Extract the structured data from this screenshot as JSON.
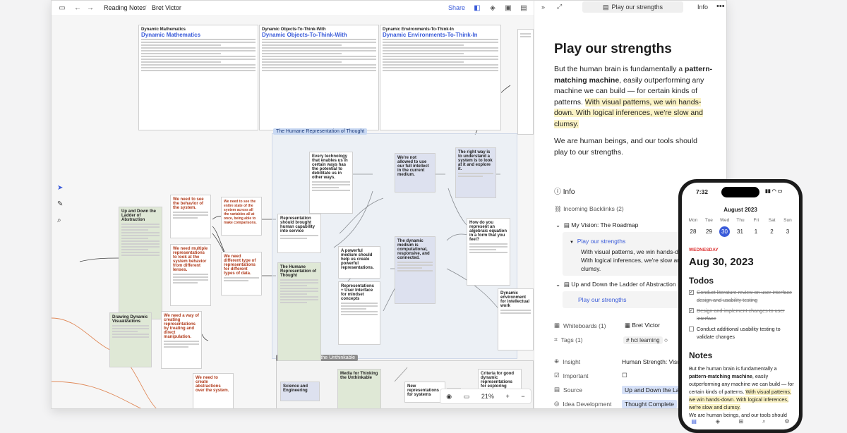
{
  "toolbar": {
    "breadcrumb_1": "Reading Notes",
    "breadcrumb_2": "Bret Victor",
    "share_label": "Share"
  },
  "canvas": {
    "cards_top": [
      {
        "title": "Dynamic Mathematics",
        "heading": "Dynamic Mathematics"
      },
      {
        "title": "Dynamic Objects-To-Think-With",
        "heading": "Dynamic Objects-To-Think-With"
      },
      {
        "title": "Dynamic Environments-To-Think-In",
        "heading": "Dynamic Environments-To-Think-In"
      }
    ],
    "group_labels": {
      "humane": "The Humane Representation of Thought",
      "unthinkable": "Media for Thinking the Unthinkable"
    },
    "cards": {
      "ladder": "Up and Down the Ladder of Abstraction",
      "see_behavior": "We need to see the behavior of the system.",
      "see_entire": "We need to see the entire state of the system across all the variables all at once, being able to make comparisons.",
      "multiple_reps": "We need multiple representations to look at the system behavior from different lenses.",
      "diff_types": "We need different type of representations for different types of data.",
      "drawing_dynamic": "Drawing Dynamic Visualizations",
      "creating_reps": "We need a way of creating representations by treating and direct manipulation.",
      "create_abstractions": "We need to create abstractions over the system.",
      "every_tech": "Every technology that enables us in certain ways has the potential to debilitate us in other ways.",
      "not_allowed": "We're not allowed to use our full intellect in the current medium.",
      "right_way": "The right way is to understand a system is to look at it and explore it.",
      "representation_brought": "Representation should brought human capability into service",
      "humane_card": "The Humane Representation of Thought",
      "powerful_medium": "A powerful medium should help us create powerful representations.",
      "reps_ui": "Representations + User Interface for mindset concepts",
      "dynamic_medium": "The dynamic medium is computational, responsive, and connected.",
      "algebraic": "How do you represent an algebraic equation in a form that you feel?",
      "dynamic_env": "Dynamic environment for intellectual work",
      "science_eng": "Science and Engineering",
      "media_thinking": "Media for Thinking the Unthinkable",
      "new_reps": "New representations for systems",
      "criteria": "Criteria for good dynamic representations for exploring systems"
    },
    "zoom": "21%"
  },
  "pane": {
    "doc_tab": "Play our strengths",
    "info_tab": "Info",
    "title": "Play our strengths",
    "para1_a": "But the human brain is fundamentally a ",
    "para1_b": "pattern-matching machine",
    "para1_c": ", easily outperforming any machine we can build — for certain kinds of patterns. ",
    "para1_d": "With visual patterns, we win hands-down. With logical inferences, we're slow and clumsy.",
    "para2": "We are human beings, and our tools should play to our strengths.",
    "info_heading": "Info",
    "incoming_backlinks": "Incoming Backlinks (2)",
    "backlink_1": "My Vision: The Roadmap",
    "backlink_1_child": "Play our strengths",
    "backlink_1_quote": "With visual patterns, we win hands-down. With logical inferences, we're slow and clumsy.",
    "backlink_2": "Up and Down the Ladder of Abstraction",
    "backlink_2_child": "Play our strengths",
    "whiteboards_label": "Whiteboards (1)",
    "whiteboards_value": "Bret Victor",
    "tags_label": "Tags (1)",
    "tags_value": "hci learning",
    "insight_label": "Insight",
    "insight_value": "Human Strength: Visual",
    "important_label": "Important",
    "source_label": "Source",
    "source_value": "Up and Down the Ladder",
    "idea_label": "Idea Development",
    "idea_value": "Thought Complete"
  },
  "phone": {
    "time": "7:32",
    "month": "August 2023",
    "weekdays": [
      "Mon",
      "Tue",
      "Wed",
      "Thu",
      "Fri",
      "Sat",
      "Sun"
    ],
    "dates": [
      "28",
      "29",
      "30",
      "31",
      "1",
      "2",
      "3"
    ],
    "day_label": "WEDNESDAY",
    "date": "Aug 30, 2023",
    "todos_heading": "Todos",
    "todos": [
      {
        "text": "Conduct literature review on user interface design and usability testing",
        "done": true
      },
      {
        "text": "Design and implement changes to user interface",
        "done": true
      },
      {
        "text": "Conduct additional usability testing to validate changes",
        "done": false
      }
    ],
    "notes_heading": "Notes",
    "notes_a": "But the human brain is fundamentally a ",
    "notes_b": "pattern-matching machine",
    "notes_c": ", easily outperforming any machine we can build — for certain kinds of patterns. ",
    "notes_d": "With visual patterns, we win hands-down. With logical inferences, we're slow and clumsy.",
    "notes_e": "We are human beings, and our tools should"
  },
  "colors": {
    "accent": "#3a5bd9",
    "highlight": "#fbf3c5",
    "group_label_bg": "#c9d9f3"
  }
}
